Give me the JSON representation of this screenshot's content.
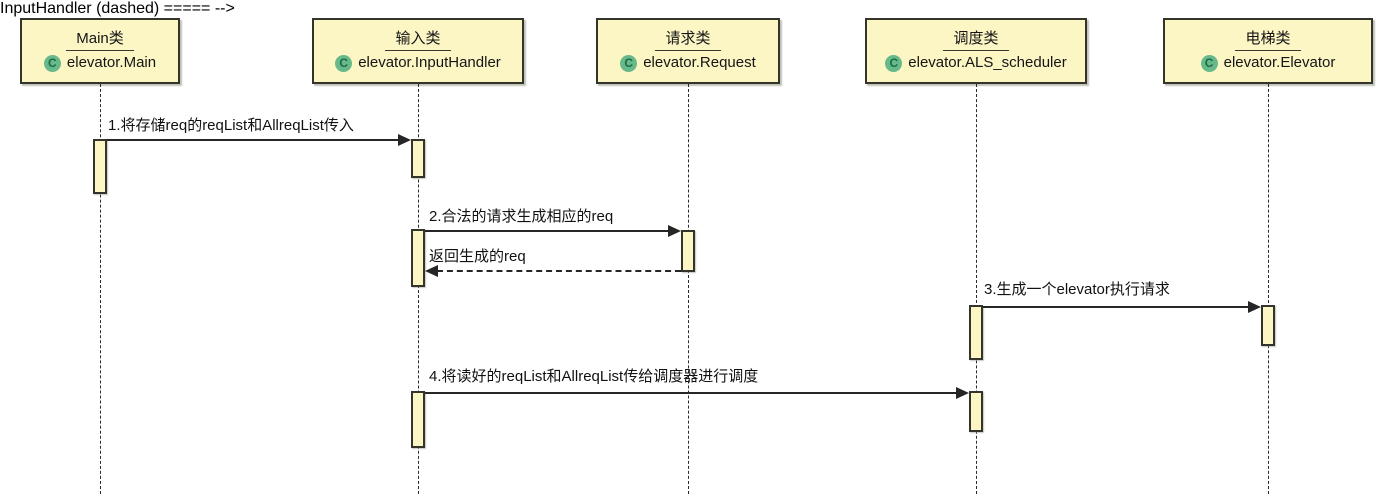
{
  "diagram": {
    "type": "uml-sequence",
    "colors": {
      "background": "#FFFFFF",
      "participant_fill": "#FCF6C5",
      "participant_border": "#34342B",
      "line": "#262626",
      "class_icon_fill": "#67B98B",
      "class_icon_letter_color": "#1E6B42"
    },
    "participants": [
      {
        "title": "Main类",
        "classname": "elevator.Main",
        "icon": "class-icon",
        "icon_letter": "C"
      },
      {
        "title": "输入类",
        "classname": "elevator.InputHandler",
        "icon": "class-icon",
        "icon_letter": "C"
      },
      {
        "title": "请求类",
        "classname": "elevator.Request",
        "icon": "class-icon",
        "icon_letter": "C"
      },
      {
        "title": "调度类",
        "classname": "elevator.ALS_scheduler",
        "icon": "class-icon",
        "icon_letter": "C"
      },
      {
        "title": "电梯类",
        "classname": "elevator.Elevator",
        "icon": "class-icon",
        "icon_letter": "C"
      }
    ],
    "messages": [
      {
        "label": "1.将存储req的reqList和AllreqList传入",
        "from": "Main类",
        "to": "输入类",
        "line": "solid"
      },
      {
        "label": "2.合法的请求生成相应的req",
        "from": "输入类",
        "to": "请求类",
        "line": "solid"
      },
      {
        "label": "返回生成的req",
        "from": "请求类",
        "to": "输入类",
        "line": "dashed"
      },
      {
        "label": "3.生成一个elevator执行请求",
        "from": "调度类",
        "to": "电梯类",
        "line": "solid"
      },
      {
        "label": "4.将读好的reqList和AllreqList传给调度器进行调度",
        "from": "输入类",
        "to": "调度类",
        "line": "solid"
      }
    ]
  }
}
